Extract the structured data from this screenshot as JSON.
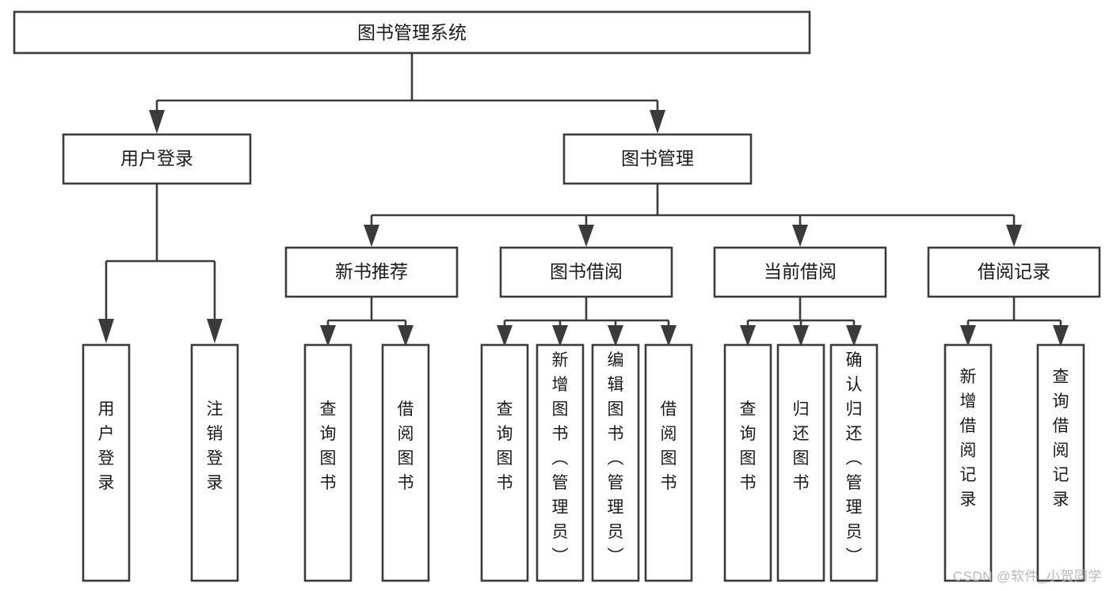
{
  "diagram": {
    "title": "图书管理系统",
    "type": "tree-hierarchy-chart",
    "colors": {
      "stroke": "#3b3b3b",
      "fill": "#ffffff",
      "text": "#1a1a1a",
      "watermark": "#b9b9b9"
    },
    "root": {
      "label": "图书管理系统",
      "id": "root-system"
    },
    "level2": [
      {
        "id": "user-login",
        "label": "用户登录"
      },
      {
        "id": "book-management",
        "label": "图书管理"
      }
    ],
    "level3": [
      {
        "id": "new-book-recommend",
        "label": "新书推荐",
        "parent": "book-management"
      },
      {
        "id": "book-borrow",
        "label": "图书借阅",
        "parent": "book-management"
      },
      {
        "id": "current-borrow",
        "label": "当前借阅",
        "parent": "book-management"
      },
      {
        "id": "borrow-record",
        "label": "借阅记录",
        "parent": "book-management"
      }
    ],
    "leaves": [
      {
        "id": "leaf-user-login",
        "label": "用户登录",
        "parent": "user-login"
      },
      {
        "id": "leaf-logout-login",
        "label": "注销登录",
        "parent": "user-login"
      },
      {
        "id": "leaf-query-book-1",
        "label": "查询图书",
        "parent": "new-book-recommend"
      },
      {
        "id": "leaf-borrow-book-1",
        "label": "借阅图书",
        "parent": "new-book-recommend"
      },
      {
        "id": "leaf-query-book-2",
        "label": "查询图书",
        "parent": "book-borrow"
      },
      {
        "id": "leaf-add-book-admin",
        "label": "新增图书（管理员）",
        "parent": "book-borrow"
      },
      {
        "id": "leaf-edit-book-admin",
        "label": "编辑图书（管理员）",
        "parent": "book-borrow"
      },
      {
        "id": "leaf-borrow-book-2",
        "label": "借阅图书",
        "parent": "book-borrow"
      },
      {
        "id": "leaf-query-book-3",
        "label": "查询图书",
        "parent": "current-borrow"
      },
      {
        "id": "leaf-return-book",
        "label": "归还图书",
        "parent": "current-borrow"
      },
      {
        "id": "leaf-confirm-return-admin",
        "label": "确认归还（管理员）",
        "parent": "current-borrow"
      },
      {
        "id": "leaf-add-borrow-record",
        "label": "新增借阅记录",
        "parent": "borrow-record"
      },
      {
        "id": "leaf-query-borrow-record",
        "label": "查询借阅记录",
        "parent": "borrow-record"
      }
    ]
  },
  "watermark": {
    "text": "CSDN @软件_小贺同学"
  }
}
